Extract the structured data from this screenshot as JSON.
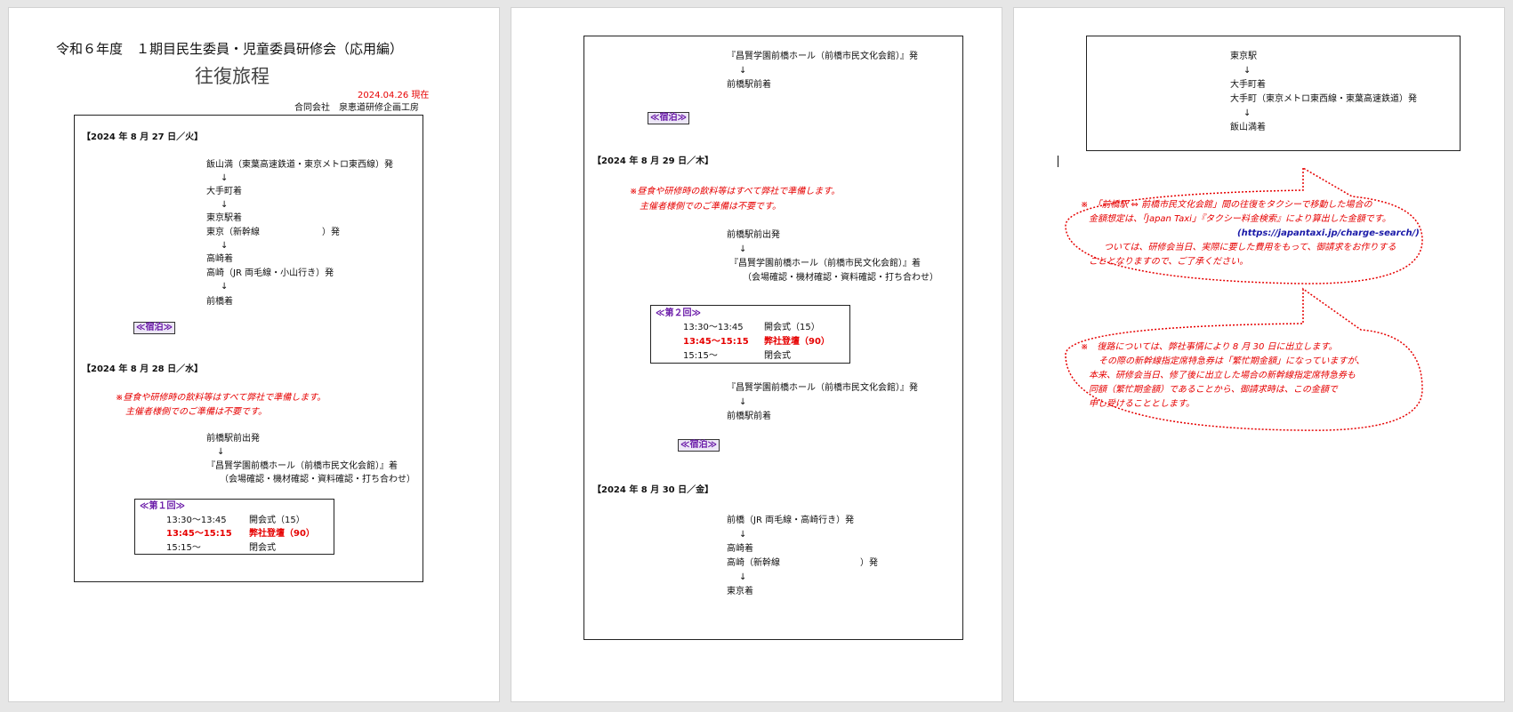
{
  "page1": {
    "header_line1": "令和６年度　１期目民生委員・児童委員研修会（応用編）",
    "header_line2": "往復旅程",
    "status_date": "2024.04.26 現在",
    "company": "合同会社　泉恵道研修企画工房",
    "day1_heading": "【2024 年 8 月 27 日／火】",
    "day1_steps": [
      "飯山満（東葉高速鉄道・東京メトロ東西線）発",
      "↓",
      "大手町着",
      "↓",
      "東京駅着",
      "東京（新幹線　　　　　　　）発",
      "↓",
      "高崎着",
      "高崎（JR 両毛線・小山行き）発",
      "↓",
      "前橋着"
    ],
    "stay_label": "≪宿泊≫",
    "day2_heading": "【2024 年 8 月 28 日／水】",
    "note_line1": "※昼食や研修時の飲料等はすべて弊社で準備します。",
    "note_line2": "主催者様側でのご準備は不要です。",
    "day2_steps": [
      "前橋駅前出発",
      "↓",
      "『昌賢学園前橋ホール（前橋市民文化会館）』着",
      "（会場確認・機材確認・資料確認・打ち合わせ）"
    ],
    "session_title": "≪第１回≫",
    "session_rows": [
      {
        "time": "13:30～13:45",
        "label": "開会式（15）"
      },
      {
        "time": "13:45～15:15",
        "label": "弊社登壇（90）"
      },
      {
        "time": "15:15～",
        "label": "閉会式"
      }
    ]
  },
  "page2": {
    "top_steps": [
      "『昌賢学園前橋ホール（前橋市民文化会館）』発",
      "↓",
      "前橋駅前着"
    ],
    "stay_label1": "≪宿泊≫",
    "day3_heading": "【2024 年 8 月 29 日／木】",
    "note_line1": "※昼食や研修時の飲料等はすべて弊社で準備します。",
    "note_line2": "主催者様側でのご準備は不要です。",
    "day3_steps": [
      "前橋駅前出発",
      "↓",
      "『昌賢学園前橋ホール（前橋市民文化会館）』着",
      "（会場確認・機材確認・資料確認・打ち合わせ）"
    ],
    "session_title": "≪第２回≫",
    "session_rows": [
      {
        "time": "13:30～13:45",
        "label": "開会式（15）"
      },
      {
        "time": "13:45～15:15",
        "label": "弊社登壇（90）"
      },
      {
        "time": "15:15～",
        "label": "閉会式"
      }
    ],
    "after_steps": [
      "『昌賢学園前橋ホール（前橋市民文化会館）』発",
      "↓",
      "前橋駅前着"
    ],
    "stay_label2": "≪宿泊≫",
    "day4_heading": "【2024 年 8 月 30 日／金】",
    "day4_steps": [
      "前橋（JR 両毛線・高崎行き）発",
      "↓",
      "高崎着",
      "高崎（新幹線　　　　　　　　　）発",
      "↓",
      "東京着"
    ]
  },
  "page3": {
    "box_steps": [
      "東京駅",
      "↓",
      "大手町着",
      "大手町（東京メトロ東西線・東葉高速鉄道）発",
      "↓",
      "飯山満着"
    ],
    "callout1_lines": [
      "※　「前橋駅 ⇔ 前橋市民文化会館」間の往復をタクシーで移動した場合の",
      "金額想定は、「Japan Taxi」『タクシー料金検索』により算出した金額です。",
      "(https://japantaxi.jp/charge-search/)",
      "ついては、研修会当日、実際に要した費用をもって、御請求をお作りする",
      "こととなりますので、ご了承ください。"
    ],
    "callout2_lines": [
      "※　復路については、弊社事情により 8 月 30 日に出立します。",
      "その際の新幹線指定席特急券は「繁忙期金額」になっていますが、",
      "本来、研修会当日、修了後に出立した場合の新幹線指定席特急券も",
      "同額（繁忙期金額）であることから、御請求時は、この金額で",
      "申し受けることとします。"
    ]
  },
  "colors": {
    "accent_red": "#e60000",
    "stay_purple": "#6a1aa8",
    "stay_bg": "#ece6f6",
    "link_blue": "#1a1aa8"
  }
}
